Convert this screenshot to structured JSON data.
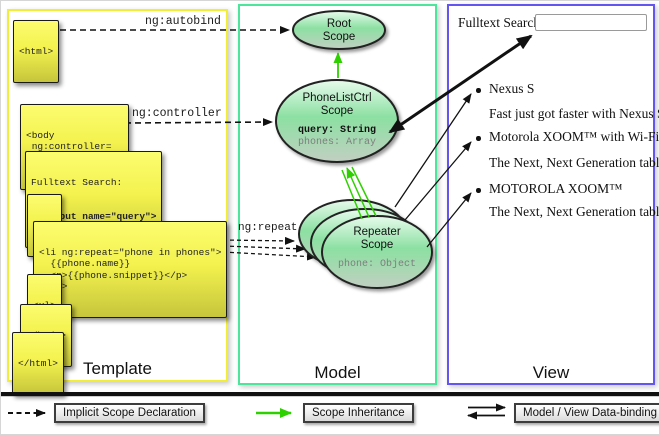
{
  "template": {
    "title": "Template",
    "boxes": {
      "html_open": "<html>",
      "body_open": "<body\n ng:controller=\n \"PhoneListCtrl\">",
      "fulltext_line1": "Fulltext Search:",
      "fulltext_line2": "  <input name=\"query\">",
      "ul_open": "<ul>",
      "li_repeat": "<li ng:repeat=\"phone in phones\">\n  {{phone.name}}\n  <p>{{phone.snippet}}</p>\n</li>",
      "ul_close": "<ul>",
      "body_close": "</body>",
      "html_close": "</html>"
    },
    "arrow_labels": {
      "autobind": "ng:autobind",
      "controller": "ng:controller",
      "repeat": "ng:repeat"
    }
  },
  "model": {
    "title": "Model",
    "root_scope": {
      "line1": "Root",
      "line2": "Scope"
    },
    "phonelist_scope": {
      "line1": "PhoneListCtrl",
      "line2": "Scope",
      "prop_query": "query: String",
      "prop_phones": "phones: Array"
    },
    "repeater_scope": {
      "line1": "Repeater",
      "line2": "Scope",
      "prop_phone": "phone: Object"
    }
  },
  "view": {
    "title": "View",
    "search_label": "Fulltext Search:",
    "search_value": "",
    "phones": [
      {
        "name": "Nexus S",
        "snippet": "Fast just got faster with Nexus S."
      },
      {
        "name": "Motorola XOOM™ with Wi-Fi",
        "snippet": "The Next, Next Generation tablet."
      },
      {
        "name": "MOTOROLA XOOM™",
        "snippet": "The Next, Next Generation tablet."
      }
    ]
  },
  "legend": {
    "implicit": "Implicit Scope Declaration",
    "inheritance": "Scope Inheritance",
    "databinding": "Model / View Data-binding"
  },
  "colors": {
    "template_border": "#f2ee38",
    "model_border": "#4fe49b",
    "view_border": "#6455f0",
    "green_arrow": "#2fd000",
    "scope_fill_top": "#e7fbec",
    "scope_fill_mid": "#8ce0a2",
    "scope_fill_bottom": "#c2cfc2",
    "codebox_top": "#fcfc70",
    "codebox_bottom": "#c6c53c"
  }
}
